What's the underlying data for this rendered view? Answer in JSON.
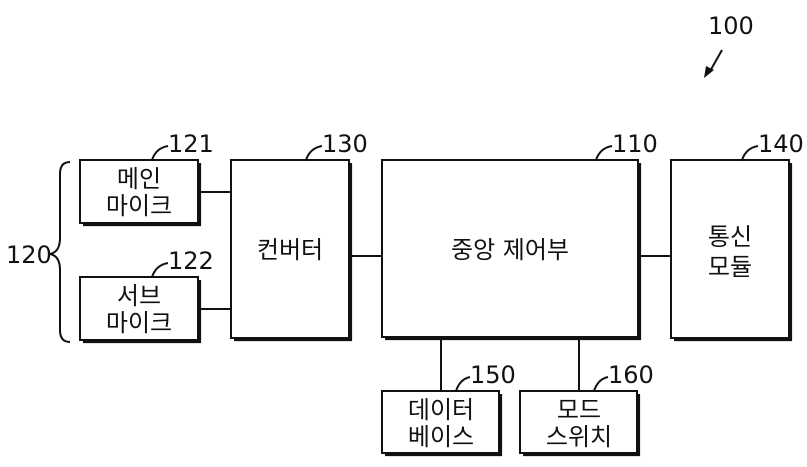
{
  "figure_ref": "100",
  "group": {
    "ref": "120"
  },
  "blocks": {
    "main_mic": {
      "ref": "121",
      "lines": [
        "메인",
        "마이크"
      ]
    },
    "sub_mic": {
      "ref": "122",
      "lines": [
        "서브",
        "마이크"
      ]
    },
    "converter": {
      "ref": "130",
      "lines": [
        "컨버터"
      ]
    },
    "central_control": {
      "ref": "110",
      "lines": [
        "중앙 제어부"
      ]
    },
    "comm_module": {
      "ref": "140",
      "lines": [
        "통신",
        "모듈"
      ]
    },
    "database": {
      "ref": "150",
      "lines": [
        "데이터",
        "베이스"
      ]
    },
    "mode_switch": {
      "ref": "160",
      "lines": [
        "모드",
        "스위치"
      ]
    }
  },
  "colors": {
    "line": "#111111",
    "background": "#ffffff"
  }
}
